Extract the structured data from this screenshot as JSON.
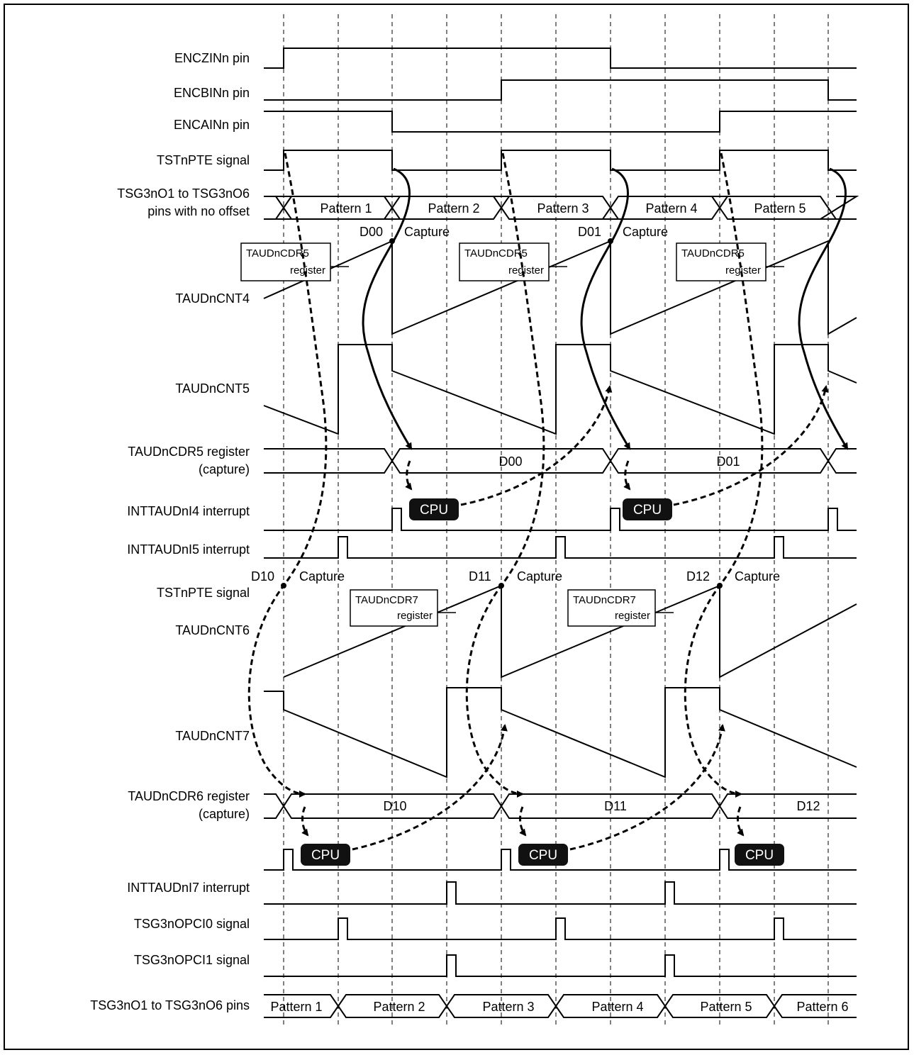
{
  "signals": {
    "enczin": "ENCZINn pin",
    "encbin": "ENCBINn pin",
    "encain": "ENCAINn pin",
    "tstnpte": "TSTnPTE signal",
    "tsg_no_offset_1": "TSG3nO1 to TSG3nO6",
    "tsg_no_offset_2": "pins with no offset",
    "cnt4": "TAUDnCNT4",
    "cnt5": "TAUDnCNT5",
    "cdr5_1": "TAUDnCDR5 register",
    "cdr5_2": "(capture)",
    "int4": "INTTAUDnI4 interrupt",
    "int5": "INTTAUDnI5 interrupt",
    "tstnpte2": "TSTnPTE signal",
    "cnt6": "TAUDnCNT6",
    "cnt7": "TAUDnCNT7",
    "cdr6_1": "TAUDnCDR6 register",
    "cdr6_2": "(capture)",
    "int7": "INTTAUDnI7 interrupt",
    "opci0": "TSG3nOPCI0 signal",
    "opci1": "TSG3nOPCI1 signal",
    "tsg_pins": "TSG3nO1 to TSG3nO6 pins"
  },
  "patterns_no_offset": [
    "Pattern 1",
    "Pattern 2",
    "Pattern 3",
    "Pattern 4",
    "Pattern 5"
  ],
  "patterns_pins": [
    "Pattern 1",
    "Pattern 2",
    "Pattern 3",
    "Pattern 4",
    "Pattern 5",
    "Pattern 6"
  ],
  "cdr5_values": [
    "D00",
    "D01"
  ],
  "cdr6_values": [
    "D10",
    "D11",
    "D12"
  ],
  "capture_labels": {
    "d00": "D00",
    "d01": "D01",
    "d10": "D10",
    "d11": "D11",
    "d12": "D12",
    "capture": "Capture"
  },
  "register_boxes": {
    "cdr5_line1": "TAUDnCDR5",
    "cdr5_line2": "register",
    "cdr7_line1": "TAUDnCDR7",
    "cdr7_line2": "register"
  },
  "cpu_label": "CPU"
}
